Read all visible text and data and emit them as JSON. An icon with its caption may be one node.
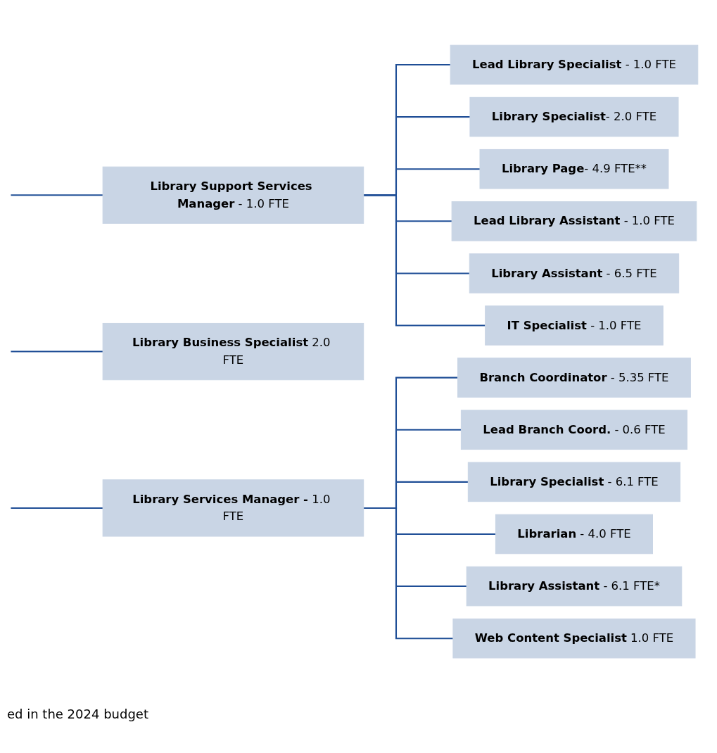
{
  "diagram": {
    "nodes": [
      {
        "text": [
          "**Library Support Services Manager** - 1.0 FTE"
        ]
      },
      {
        "text": [
          "**Lead Library Specialist** - 1.0 FTE"
        ]
      },
      {
        "text": [
          "**Library Specialist**- 2.0 FTE"
        ]
      },
      {
        "text": [
          "**Library Page**- 4.9 FTE**"
        ]
      },
      {
        "text": [
          "**Lead Library Assistant** - 1.0 FTE"
        ]
      },
      {
        "text": [
          "**Library Assistant** - 6.5 FTE"
        ]
      },
      {
        "text": [
          "**IT Specialist** - 1.0 FTE"
        ]
      },
      {
        "text": [
          "**Library Business Specialist** 2.0 FTE"
        ]
      },
      {
        "text": [
          "**Library Services Manager -** 1.0 FTE"
        ]
      },
      {
        "text": [
          "**Branch Coordinator** - 5.35 FTE"
        ]
      },
      {
        "text": [
          "**Lead Branch Coord.** - 0.6 FTE"
        ]
      },
      {
        "text": [
          "**Library Specialist** - 6.1 FTE"
        ]
      },
      {
        "text": [
          "**Librarian** - 4.0 FTE"
        ]
      },
      {
        "text": [
          "**Library Assistant** - 6.1 FTE*"
        ]
      },
      {
        "text": [
          "**Web Content Specialist** 1.0 FTE"
        ]
      }
    ],
    "edges": [
      {
        "from": null,
        "to": 0,
        "arrow": "none"
      },
      {
        "from": null,
        "to": 7,
        "arrow": "none"
      },
      {
        "from": null,
        "to": 8,
        "arrow": "none"
      },
      {
        "from": 0,
        "to": 1,
        "arrow": "none"
      },
      {
        "from": 0,
        "to": 2,
        "arrow": "none"
      },
      {
        "from": 0,
        "to": 3,
        "arrow": "none"
      },
      {
        "from": 0,
        "to": 4,
        "arrow": "none"
      },
      {
        "from": 0,
        "to": 5,
        "arrow": "none"
      },
      {
        "from": 0,
        "to": 6,
        "arrow": "none"
      },
      {
        "from": 8,
        "to": 9,
        "arrow": "none"
      },
      {
        "from": 8,
        "to": 10,
        "arrow": "none"
      },
      {
        "from": 8,
        "to": 11,
        "arrow": "none"
      },
      {
        "from": 8,
        "to": 12,
        "arrow": "none"
      },
      {
        "from": 8,
        "to": 13,
        "arrow": "none"
      },
      {
        "from": 8,
        "to": 14,
        "arrow": "none"
      }
    ],
    "labels": [
      "ed in the 2024 budget"
    ]
  }
}
